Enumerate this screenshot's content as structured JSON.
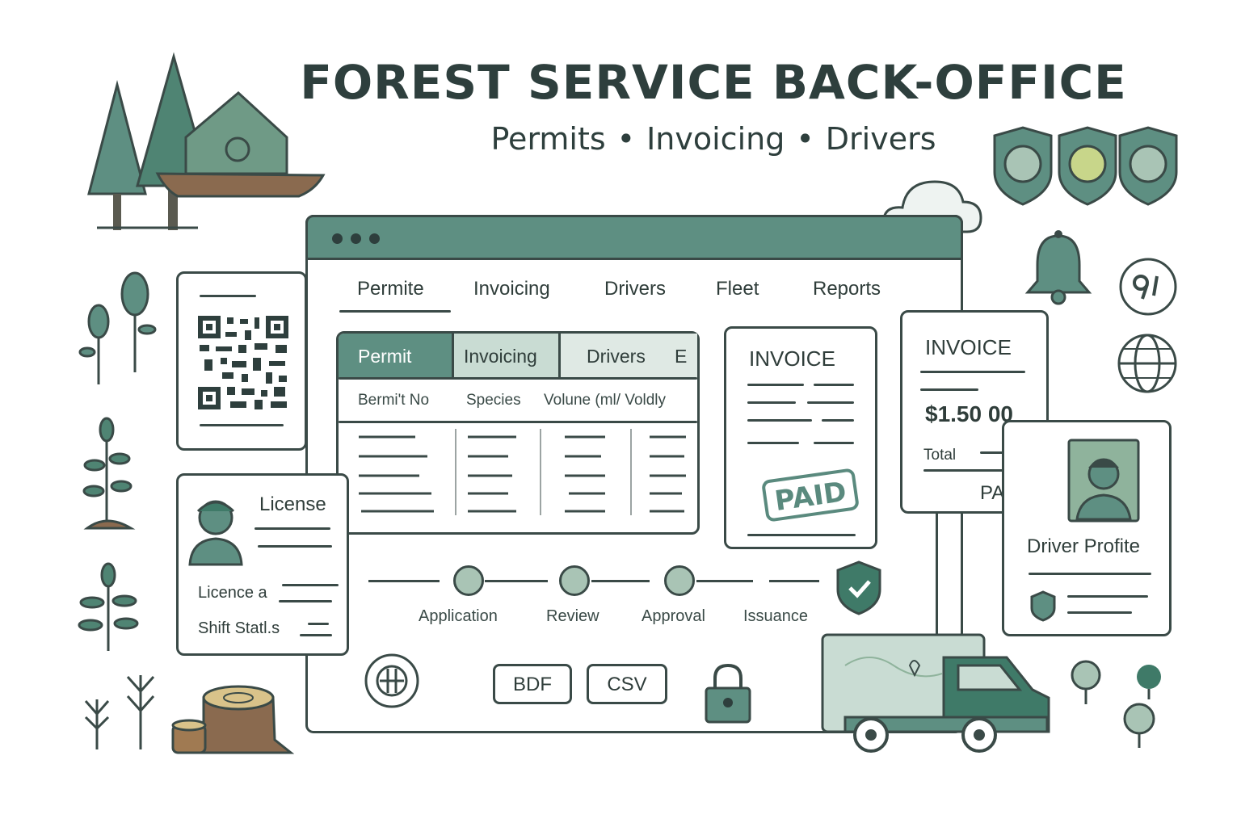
{
  "header": {
    "title": "FOREST SERVICE BACK-OFFICE",
    "subtitle_items": [
      "Permits",
      "Invoicing",
      "Drivers"
    ],
    "separator": "•"
  },
  "nav": {
    "tabs": [
      "Permite",
      "Invoicing",
      "Drivers",
      "Fleet",
      "Reports"
    ]
  },
  "permit_table": {
    "tabs": [
      "Permit",
      "Invoicing",
      "Drivers",
      "E"
    ],
    "columns": [
      "Bermi't No",
      "Species",
      "Volune (ml/ Voldly"
    ]
  },
  "license_card": {
    "title": "License",
    "fields": [
      "Licence a",
      "Shift Statl.s"
    ]
  },
  "invoice_left": {
    "title": "INVOICE",
    "stamp": "PAID"
  },
  "invoice_right": {
    "title": "INVOICE",
    "amount": "$1.50 00",
    "total_label": "Total",
    "status": "PAID"
  },
  "driver_card": {
    "title": "Driver Profite"
  },
  "workflow": {
    "steps": [
      "Application",
      "Review",
      "Approval",
      "Issuance"
    ]
  },
  "export": {
    "buttons": [
      "BDF",
      "CSV"
    ]
  },
  "colors": {
    "accent": "#5e8f82",
    "accent_light": "#c9dcd3",
    "ink": "#2e3f3d",
    "green_dark": "#3f7a68"
  },
  "icons": [
    "tree-icon",
    "ranger-hat-icon",
    "shield-badge-icon",
    "bell-icon",
    "globe-icon",
    "cloud-icon",
    "qr-code-icon",
    "lock-icon",
    "truck-icon",
    "checkmark-shield-icon",
    "stump-icon",
    "sapling-icon"
  ]
}
